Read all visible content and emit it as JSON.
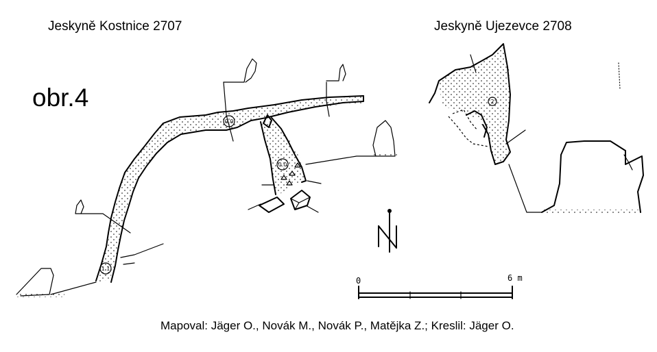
{
  "titles": {
    "left_cave": "Jeskyně Kostnice 2707",
    "right_cave": "Jeskyně Ujezevce 2708"
  },
  "figure_label": "obr.4",
  "credits": "Mapoval: Jäger O., Novák M., Novák P., Matějka Z.; Kreslil: Jäger O.",
  "stations": {
    "kostnice_1": "0.0",
    "kostnice_2": "0.0",
    "kostnice_3": "1.1",
    "ujezevce_1": "2"
  },
  "north_arrow": "N",
  "scale_bar": {
    "start_label": "0",
    "end_label": "6 m"
  },
  "colors": {
    "ink": "#000000",
    "background": "#ffffff"
  }
}
